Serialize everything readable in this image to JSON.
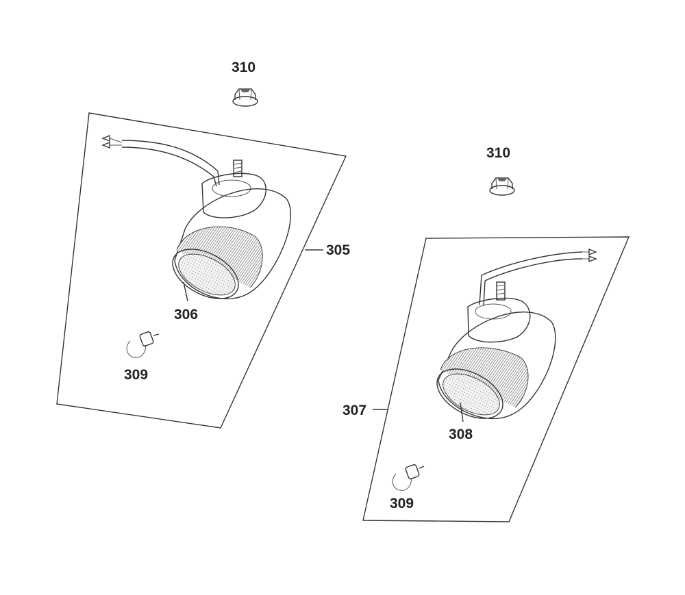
{
  "callouts": {
    "nut_left": "310",
    "nut_right": "310",
    "lamp_assy_left": "305",
    "lens_left": "306",
    "bulb_left": "309",
    "lamp_assy_right": "307",
    "lens_right": "308",
    "bulb_right": "309"
  },
  "colors": {
    "ink": "#222222",
    "shade": "#888888",
    "background": "#ffffff"
  }
}
